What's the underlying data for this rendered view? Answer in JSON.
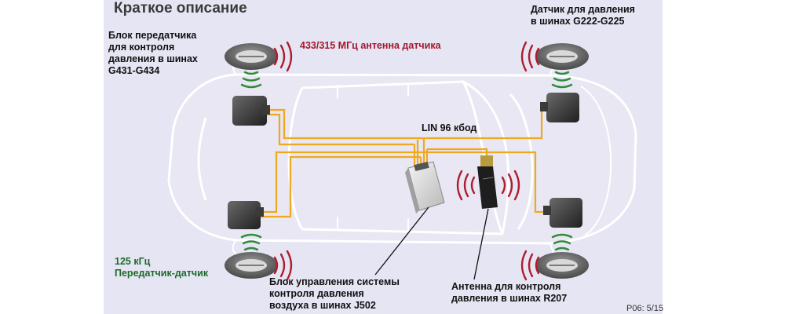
{
  "title": "Краткое описание",
  "labels": {
    "transmitter_block": [
      "Блок передатчика",
      "для контроля",
      "давления в шинах",
      "G431-G434"
    ],
    "pressure_sensor": [
      "Датчик для давления",
      "в шинах G222-G225"
    ],
    "antenna_freq": "433/315 МГц антенна датчика",
    "lin": "LIN 96 кбод",
    "lf_freq": [
      "125 кГц",
      "Передатчик-датчик"
    ],
    "control_unit": [
      "Блок управления системы",
      "контроля давления",
      "воздуха в шинах J502"
    ],
    "antenna_r207": [
      "Антенна для контроля",
      "давления в шинах R207"
    ]
  },
  "page": "P06: 5/15",
  "colors": {
    "background": "#e6e5f3",
    "wire": "#f0a81e",
    "radio_wave": "#b01c2e",
    "lf_wave": "#2e8b3a",
    "car_outline": "#ffffff"
  },
  "icons": [
    "wheel-sensor-icon",
    "transmitter-module-icon",
    "control-unit-icon",
    "antenna-icon"
  ]
}
